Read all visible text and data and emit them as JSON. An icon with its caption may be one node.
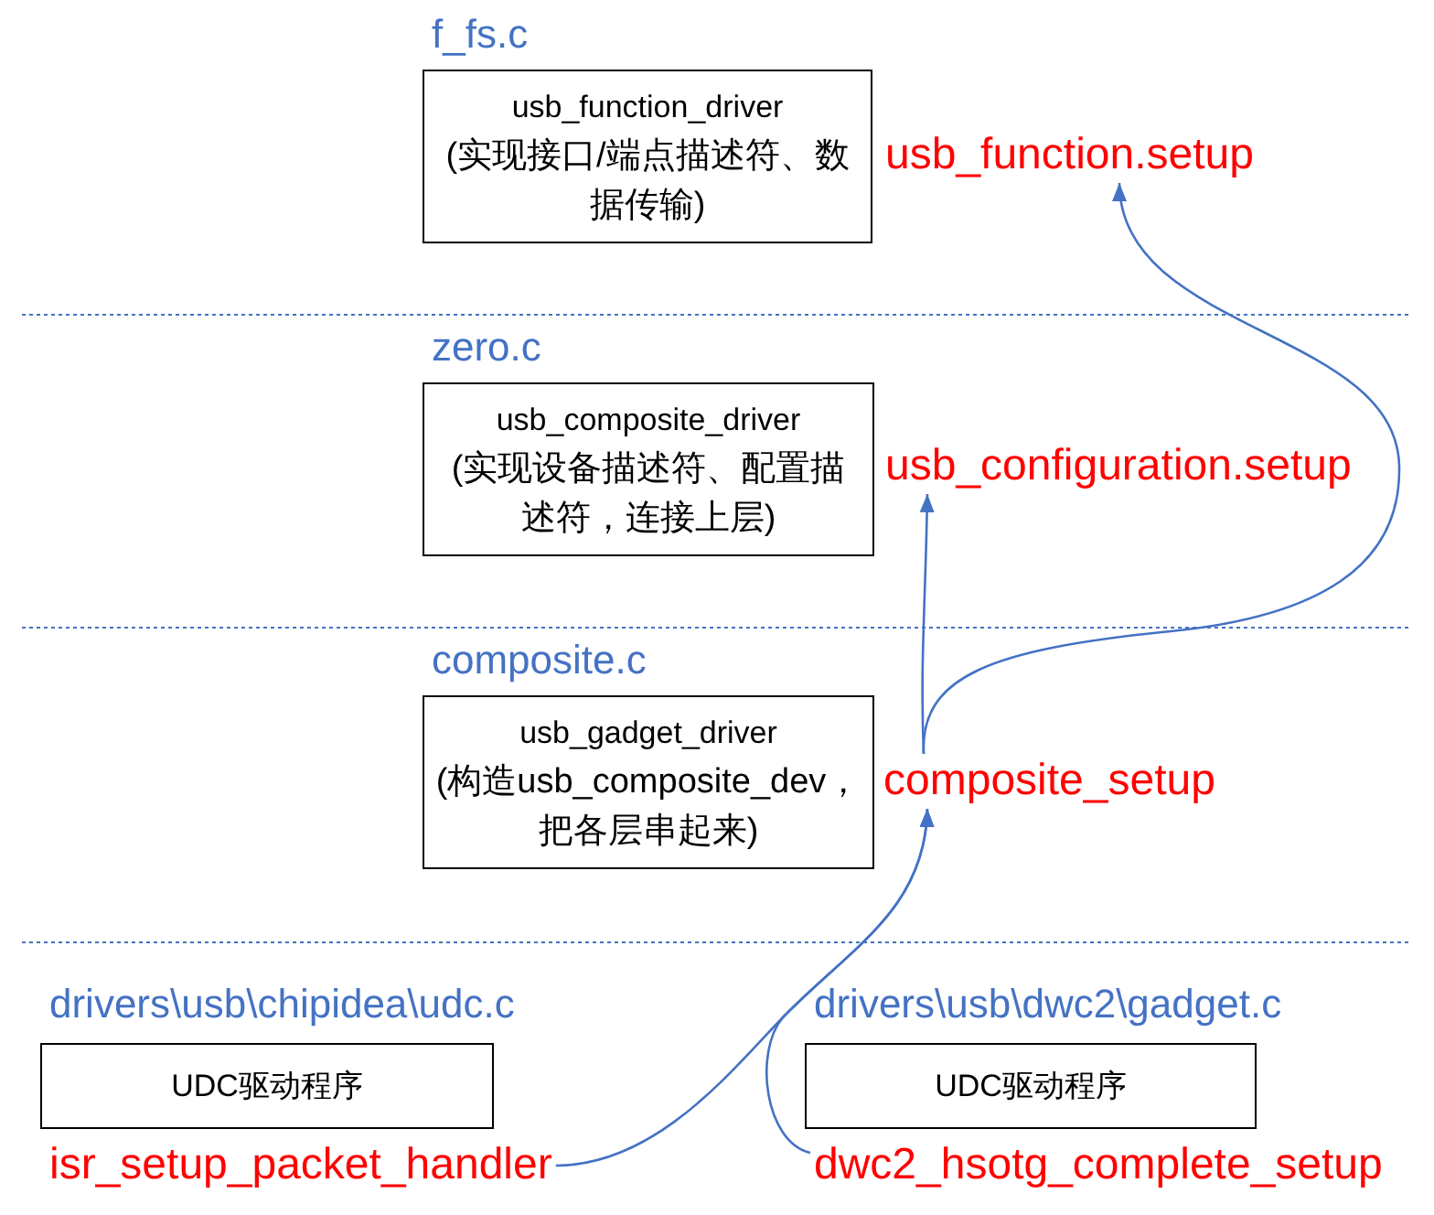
{
  "diagram": {
    "nodes": [
      {
        "text": [
          "f_fs.c",
          "usb_function_driver",
          "(实现接口/端点描述符、数据传输)"
        ]
      },
      {
        "text": [
          "usb_function.setup"
        ]
      },
      {
        "text": [
          "zero.c",
          "usb_composite_driver",
          "(实现设备描述符、配置描述符，连接上层)"
        ]
      },
      {
        "text": [
          "usb_configuration.setup"
        ]
      },
      {
        "text": [
          "composite.c",
          "usb_gadget_driver",
          "(构造usb_composite_dev，把各层串起来)"
        ]
      },
      {
        "text": [
          "composite_setup"
        ]
      },
      {
        "text": [
          "drivers\\usb\\chipidea\\udc.c",
          "UDC驱动程序"
        ]
      },
      {
        "text": [
          "drivers\\usb\\dwc2\\gadget.c",
          "UDC驱动程序"
        ]
      },
      {
        "text": [
          "isr_setup_packet_handler"
        ]
      },
      {
        "text": [
          "dwc2_hsotg_complete_setup"
        ]
      }
    ],
    "edges": [
      {
        "from": 8,
        "to": 5,
        "arrow": "to"
      },
      {
        "from": 9,
        "to": 5,
        "arrow": "to"
      },
      {
        "from": 5,
        "to": 3,
        "arrow": "to"
      },
      {
        "from": 5,
        "to": 1,
        "arrow": "to"
      }
    ]
  }
}
